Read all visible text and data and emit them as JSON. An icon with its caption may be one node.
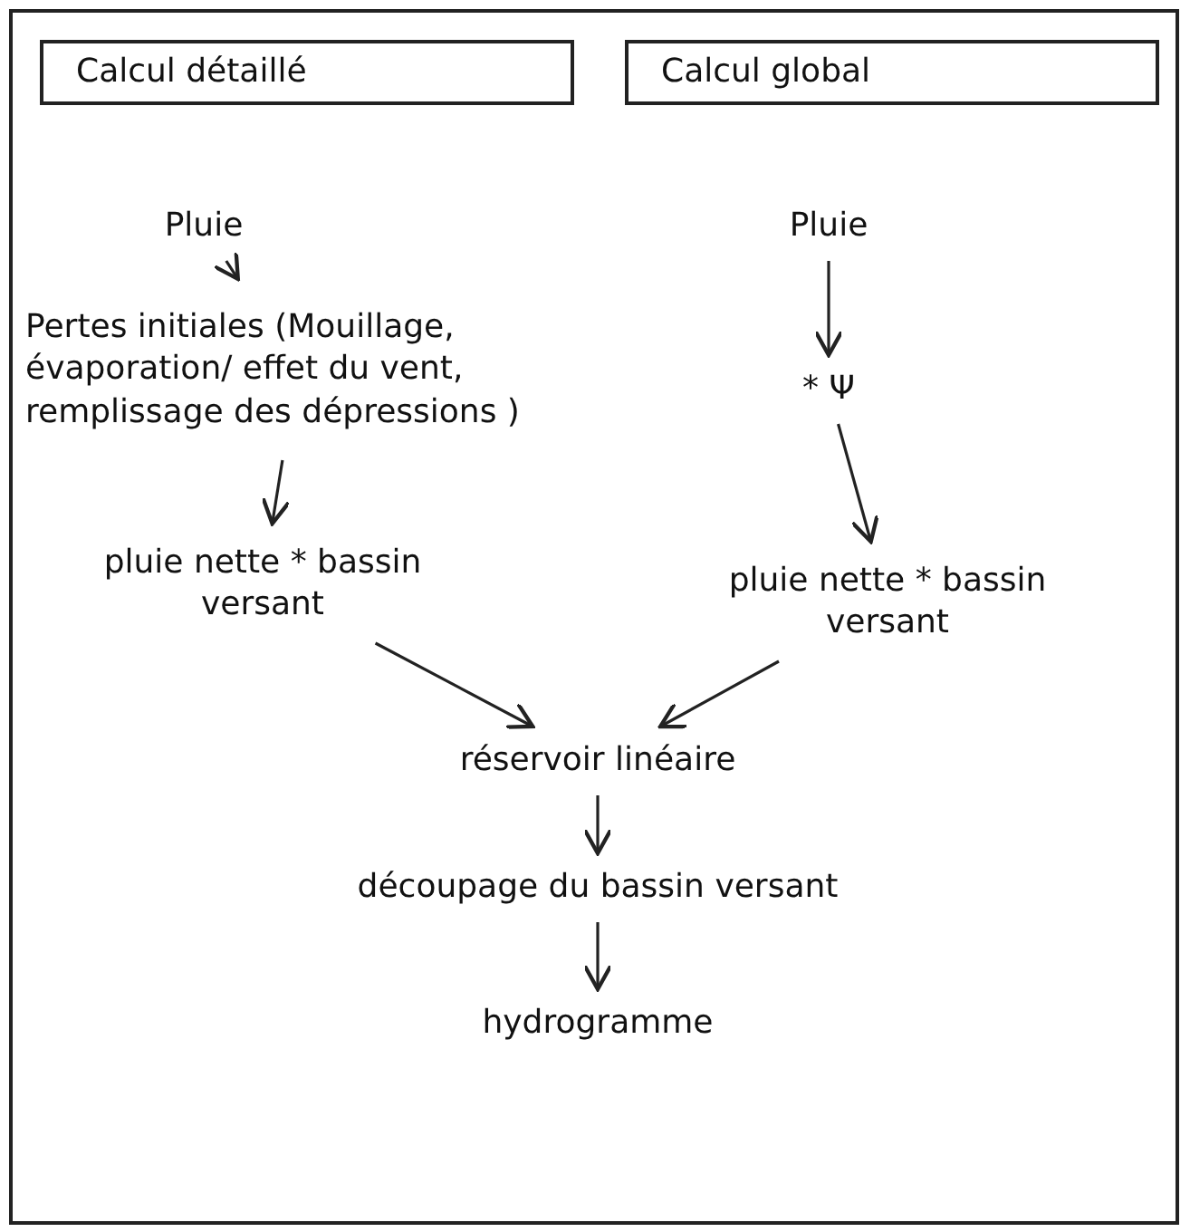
{
  "diagram": {
    "nodes": [
      {
        "text": [
          "Calcul détaillé"
        ]
      },
      {
        "text": [
          "Calcul global"
        ]
      },
      {
        "text": [
          "Pluie"
        ]
      },
      {
        "text": [
          "Pertes initiales (Mouillage, évaporation/ effet du vent, remplissage des dépressions )"
        ]
      },
      {
        "text": [
          "pluie nette * bassin versant"
        ]
      },
      {
        "text": [
          "Pluie"
        ]
      },
      {
        "text": [
          "* Ψ"
        ]
      },
      {
        "text": [
          "pluie nette * bassin versant"
        ]
      },
      {
        "text": [
          "réservoir linéaire"
        ]
      },
      {
        "text": [
          "découpage du bassin versant"
        ]
      },
      {
        "text": [
          "hydrogramme"
        ]
      }
    ],
    "edges": [
      {
        "from": 2,
        "to": 3,
        "arrow": "to"
      },
      {
        "from": 3,
        "to": 4,
        "arrow": "to"
      },
      {
        "from": 5,
        "to": 6,
        "arrow": "to"
      },
      {
        "from": 6,
        "to": 7,
        "arrow": "to"
      },
      {
        "from": 4,
        "to": 8,
        "arrow": "to"
      },
      {
        "from": 7,
        "to": 8,
        "arrow": "to"
      },
      {
        "from": 8,
        "to": 9,
        "arrow": "to"
      },
      {
        "from": 9,
        "to": 10,
        "arrow": "to"
      }
    ]
  }
}
